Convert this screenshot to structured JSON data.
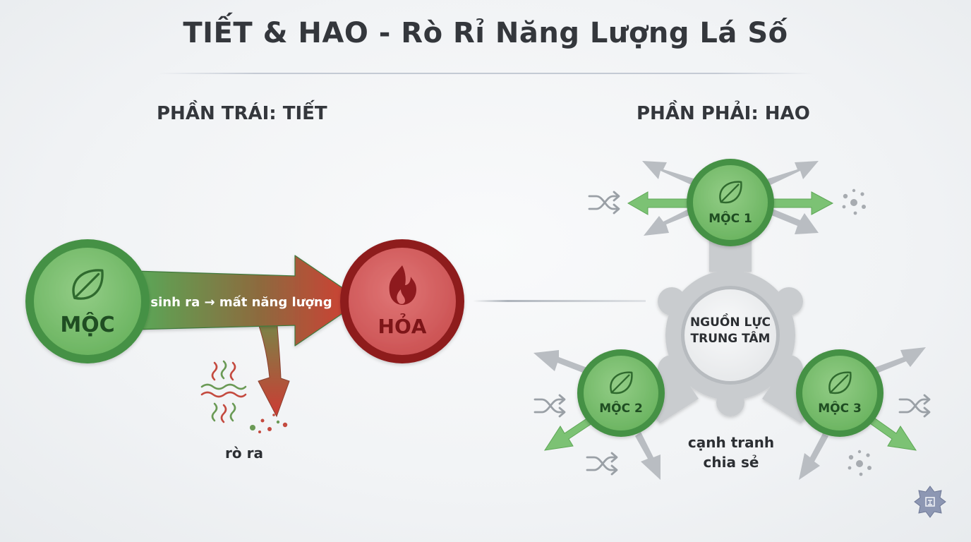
{
  "title": "TIẾT & HAO - Rò Rỉ Năng Lượng Lá Số",
  "left_panel": {
    "heading": "PHẦN TRÁI: TIẾT",
    "source_node": "MỘC",
    "target_node": "HỎA",
    "flow_label": "sinh ra → mất năng lượng",
    "leak_label": "rò ra"
  },
  "right_panel": {
    "heading": "PHẦN PHẢI: HAO",
    "center_node_lines": [
      "NGUỒN LỰC",
      "TRUNG TÂM"
    ],
    "nodes": [
      "MỘC 1",
      "MỘC 2",
      "MỘC 3"
    ],
    "caption_lines": [
      "cạnh tranh",
      "chia sẻ"
    ]
  },
  "colors": {
    "moc_fill": "#79bd6e",
    "moc_ring": "#459144",
    "moc_text": "#1f4d22",
    "hoa_fill": "#d35e5e",
    "hoa_ring": "#8e1a1e",
    "hoa_text": "#7d1518",
    "arrow_grey": "#b9bdc2",
    "hub_grey": "#c9cccf",
    "arrow_green": "#7cc274",
    "arrow_red": "#cd3a33"
  },
  "icons": [
    "leaf-icon",
    "fire-icon",
    "heat-wave-icon",
    "shuffle-icon",
    "scatter-dots-icon",
    "star-badge-icon"
  ]
}
